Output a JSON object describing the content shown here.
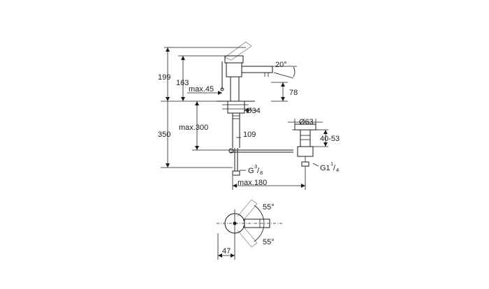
{
  "diagram": {
    "dimensions": {
      "d199": "199",
      "d163": "163",
      "max45": "max.45",
      "d20": "20°",
      "d78": "78",
      "d34": "Ø34",
      "max300": "max.300",
      "d109": "109",
      "d350": "350",
      "d63": "Ø63",
      "d4053": "40-53",
      "max180": "max.180",
      "g38_prefix": "G",
      "g38_num": "3",
      "g38_den": "8",
      "g114_prefix": "G1",
      "g114_num": "1",
      "g114_den": "4",
      "d55_top": "55°",
      "d55_bottom": "55°",
      "d47": "47"
    }
  }
}
